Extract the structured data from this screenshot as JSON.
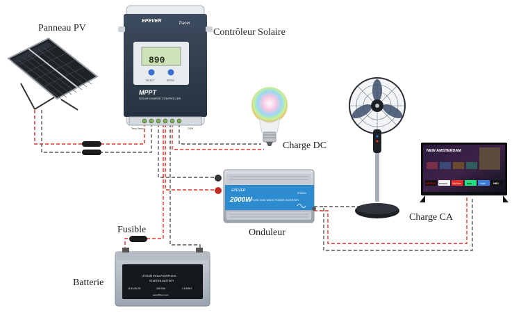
{
  "labels": {
    "pv_panel": "Panneau PV",
    "controller": "Contrôleur Solaire",
    "dc_load": "Charge DC",
    "ac_load": "Charge CA",
    "inverter": "Onduleur",
    "fuse": "Fusible",
    "battery": "Batterie"
  },
  "controller": {
    "brand": "EPEVER",
    "model": "Tracer",
    "display_value": "890",
    "title": "MPPT",
    "subtitle": "SOLAR CHARGE CONTROLLER",
    "btn_left": "SELECT",
    "btn_right": "ENTER",
    "port_left": "Temp Sensor",
    "port_right": "COM"
  },
  "inverter": {
    "brand": "EPEVER",
    "power": "2000W",
    "description": "PURE SINE WAVE POWER INVERTER",
    "model": "IP2000"
  },
  "battery": {
    "line1": "LITHIUM IRON PHOSPHATE",
    "line2": "STARTER BATTERY",
    "spec_voltage": "12.8 VOLTS",
    "spec_capacity": "200 C5A",
    "spec_energy": "2.6 KWH",
    "website": "www.lithium.com"
  },
  "tv": {
    "banner": "NEW AMSTERDAM",
    "apps": [
      "NETFLIX",
      "amazon",
      "YouTube",
      "hulu",
      "Vudu",
      "HBO"
    ]
  },
  "wire_colors": {
    "positive": "#e0312b",
    "negative": "#555555"
  }
}
